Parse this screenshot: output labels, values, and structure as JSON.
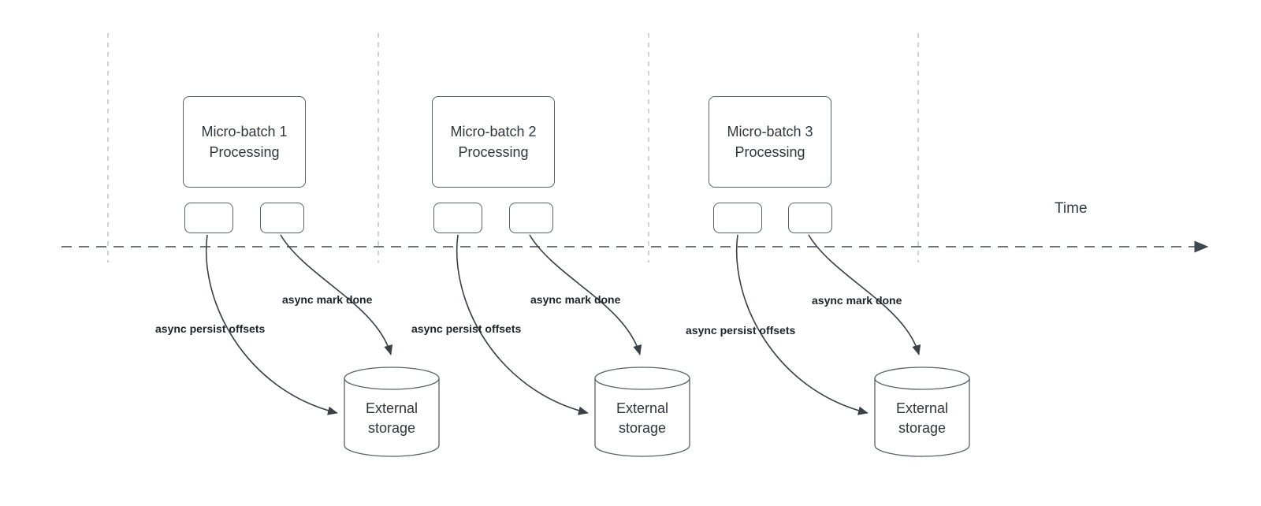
{
  "diagram": {
    "time_label": "Time",
    "groups": [
      {
        "batch_line1": "Micro-batch 1",
        "batch_line2": "Processing",
        "persist_label": "async persist offsets",
        "mark_done_label": "async mark done",
        "storage_line1": "External",
        "storage_line2": "storage"
      },
      {
        "batch_line1": "Micro-batch 2",
        "batch_line2": "Processing",
        "persist_label": "async persist offsets",
        "mark_done_label": "async mark done",
        "storage_line1": "External",
        "storage_line2": "storage"
      },
      {
        "batch_line1": "Micro-batch 3",
        "batch_line2": "Processing",
        "persist_label": "async persist offsets",
        "mark_done_label": "async mark done",
        "storage_line1": "External",
        "storage_line2": "storage"
      }
    ]
  }
}
